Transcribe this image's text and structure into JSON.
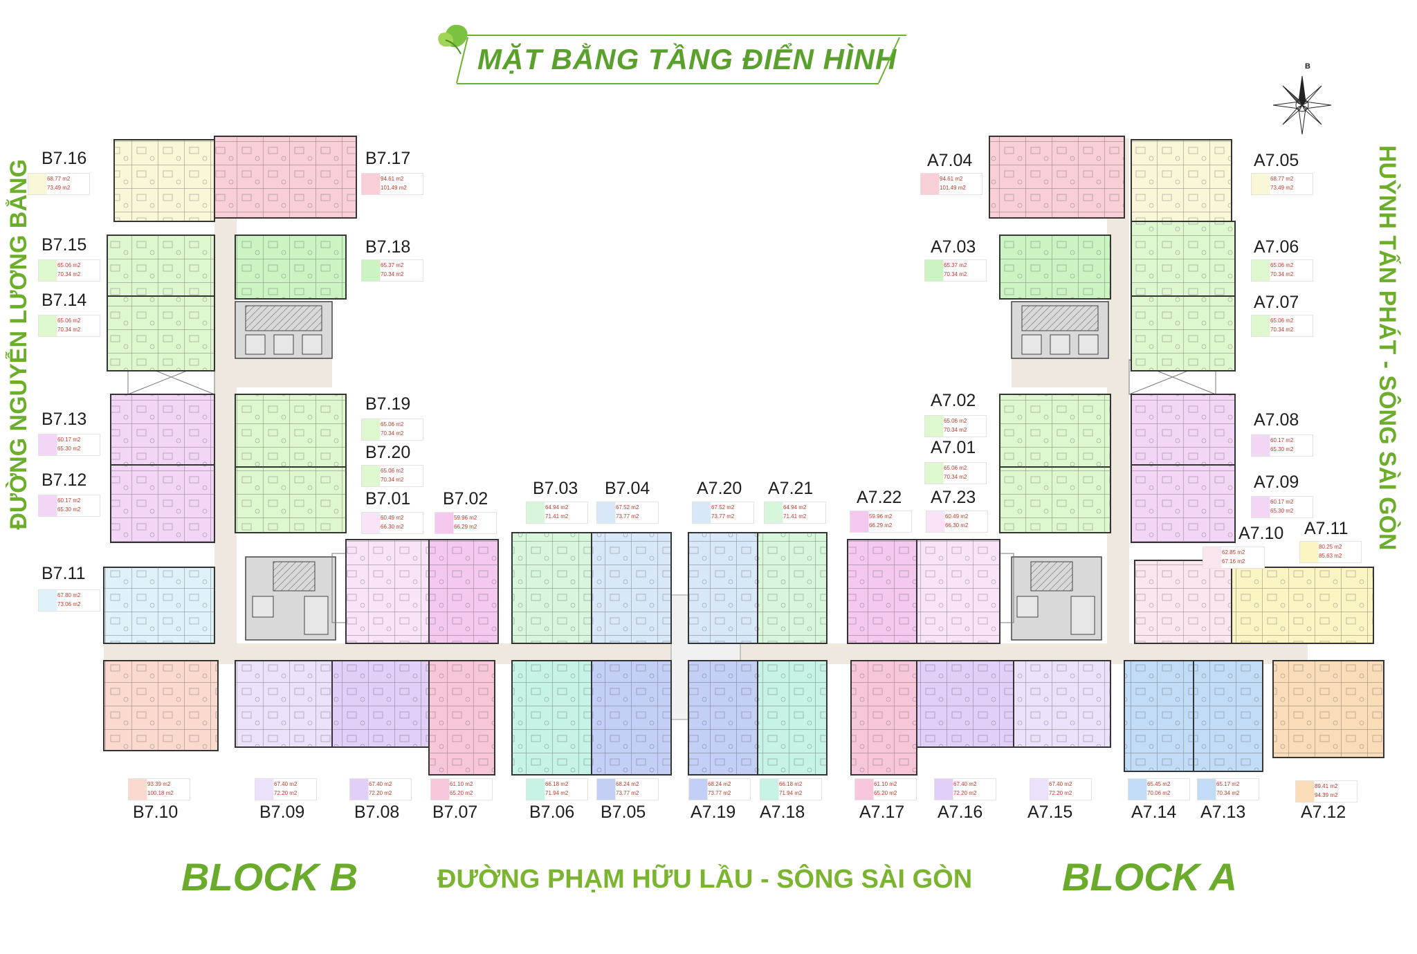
{
  "title": "MẶT BẰNG TẦNG ĐIỂN HÌNH",
  "roads": {
    "left": "ĐƯỜNG NGUYỄN LƯƠNG BẰNG",
    "right": "HUỲNH TẤN PHÁT - SÔNG SÀI GÒN",
    "bottom": "ĐƯỜNG PHẠM HỮU LẦU - SÔNG SÀI GÒN"
  },
  "blocks": {
    "b": "BLOCK B",
    "a": "BLOCK A"
  },
  "compass_label": "B",
  "units": [
    {
      "id": "B7.16",
      "area1": "68.77 m2",
      "area2": "73.49 m2",
      "color": "#f9f7d8"
    },
    {
      "id": "B7.17",
      "area1": "94.61 m2",
      "area2": "101.49 m2",
      "color": "#f8cfd6"
    },
    {
      "id": "B7.15",
      "area1": "65.06 m2",
      "area2": "70.34 m2",
      "color": "#def7cf"
    },
    {
      "id": "B7.18",
      "area1": "65.37 m2",
      "area2": "70.34 m2",
      "color": "#ccf3c2"
    },
    {
      "id": "B7.14",
      "area1": "65.06 m2",
      "area2": "70.34 m2",
      "color": "#def7cf"
    },
    {
      "id": "B7.13",
      "area1": "60.17 m2",
      "area2": "65.30 m2",
      "color": "#f3d6f6"
    },
    {
      "id": "B7.19",
      "area1": "65.06 m2",
      "area2": "70.34 m2",
      "color": "#def7cf"
    },
    {
      "id": "B7.20",
      "area1": "65.06 m2",
      "area2": "70.34 m2",
      "color": "#def7cf"
    },
    {
      "id": "B7.12",
      "area1": "60.17 m2",
      "area2": "65.30 m2",
      "color": "#f3d6f6"
    },
    {
      "id": "B7.01",
      "area1": "60.49 m2",
      "area2": "66.30 m2",
      "color": "#f9e3f7"
    },
    {
      "id": "B7.02",
      "area1": "59.96 m2",
      "area2": "66.29 m2",
      "color": "#f4c8ef"
    },
    {
      "id": "B7.03",
      "area1": "64.94 m2",
      "area2": "71.41 m2",
      "color": "#d8f6dc"
    },
    {
      "id": "B7.04",
      "area1": "67.52 m2",
      "area2": "73.77 m2",
      "color": "#d9e8f9"
    },
    {
      "id": "B7.11",
      "area1": "67.80 m2",
      "area2": "73.06 m2",
      "color": "#dff2f9"
    },
    {
      "id": "A7.20",
      "area1": "67.52 m2",
      "area2": "73.77 m2",
      "color": "#d9e8f9"
    },
    {
      "id": "A7.21",
      "area1": "64.94 m2",
      "area2": "71.41 m2",
      "color": "#d8f6dc"
    },
    {
      "id": "A7.22",
      "area1": "59.96 m2",
      "area2": "66.29 m2",
      "color": "#f4c8ef"
    },
    {
      "id": "A7.23",
      "area1": "60.49 m2",
      "area2": "66.30 m2",
      "color": "#f9e3f7"
    },
    {
      "id": "A7.04",
      "area1": "94.61 m2",
      "area2": "101.49 m2",
      "color": "#f8cfd6"
    },
    {
      "id": "A7.05",
      "area1": "68.77 m2",
      "area2": "73.49 m2",
      "color": "#f9f7d8"
    },
    {
      "id": "A7.03",
      "area1": "65.37 m2",
      "area2": "70.34 m2",
      "color": "#ccf3c2"
    },
    {
      "id": "A7.06",
      "area1": "65.06 m2",
      "area2": "70.34 m2",
      "color": "#def7cf"
    },
    {
      "id": "A7.07",
      "area1": "65.06 m2",
      "area2": "70.34 m2",
      "color": "#def7cf"
    },
    {
      "id": "A7.02",
      "area1": "65.06 m2",
      "area2": "70.34 m2",
      "color": "#def7cf"
    },
    {
      "id": "A7.01",
      "area1": "65.06 m2",
      "area2": "70.34 m2",
      "color": "#def7cf"
    },
    {
      "id": "A7.08",
      "area1": "60.17 m2",
      "area2": "65.30 m2",
      "color": "#f3d6f6"
    },
    {
      "id": "A7.09",
      "area1": "60.17 m2",
      "area2": "65.30 m2",
      "color": "#f3d6f6"
    },
    {
      "id": "A7.10",
      "area1": "62.85 m2",
      "area2": "67.16 m2",
      "color": "#fbe6ef"
    },
    {
      "id": "A7.11",
      "area1": "80.25 m2",
      "area2": "85.63 m2",
      "color": "#fbf5c4"
    },
    {
      "id": "B7.10",
      "area1": "93.39 m2",
      "area2": "100.18 m2",
      "color": "#fbd9cf"
    },
    {
      "id": "B7.09",
      "area1": "67.40 m2",
      "area2": "72.20 m2",
      "color": "#ece1fb"
    },
    {
      "id": "B7.08",
      "area1": "67.40 m2",
      "area2": "72.20 m2",
      "color": "#e1cff7"
    },
    {
      "id": "B7.07",
      "area1": "61.10 m2",
      "area2": "65.20 m2",
      "color": "#f8c6da"
    },
    {
      "id": "B7.06",
      "area1": "66.18 m2",
      "area2": "71.94 m2",
      "color": "#c6f3e6"
    },
    {
      "id": "B7.05",
      "area1": "68.24 m2",
      "area2": "73.77 m2",
      "color": "#c4cff6"
    },
    {
      "id": "A7.19",
      "area1": "68.24 m2",
      "area2": "73.77 m2",
      "color": "#c4cff6"
    },
    {
      "id": "A7.18",
      "area1": "66.18 m2",
      "area2": "71.94 m2",
      "color": "#c6f3e6"
    },
    {
      "id": "A7.17",
      "area1": "61.10 m2",
      "area2": "65.20 m2",
      "color": "#f8c6da"
    },
    {
      "id": "A7.16",
      "area1": "67.40 m2",
      "area2": "72.20 m2",
      "color": "#e1cff7"
    },
    {
      "id": "A7.15",
      "area1": "67.40 m2",
      "area2": "72.20 m2",
      "color": "#ece1fb"
    },
    {
      "id": "A7.14",
      "area1": "65.45 m2",
      "area2": "70.06 m2",
      "color": "#c2dcf7"
    },
    {
      "id": "A7.13",
      "area1": "65.17 m2",
      "area2": "70.34 m2",
      "color": "#c2dcf7"
    },
    {
      "id": "A7.12",
      "area1": "89.41 m2",
      "area2": "94.39 m2",
      "color": "#fbdcb8"
    }
  ]
}
